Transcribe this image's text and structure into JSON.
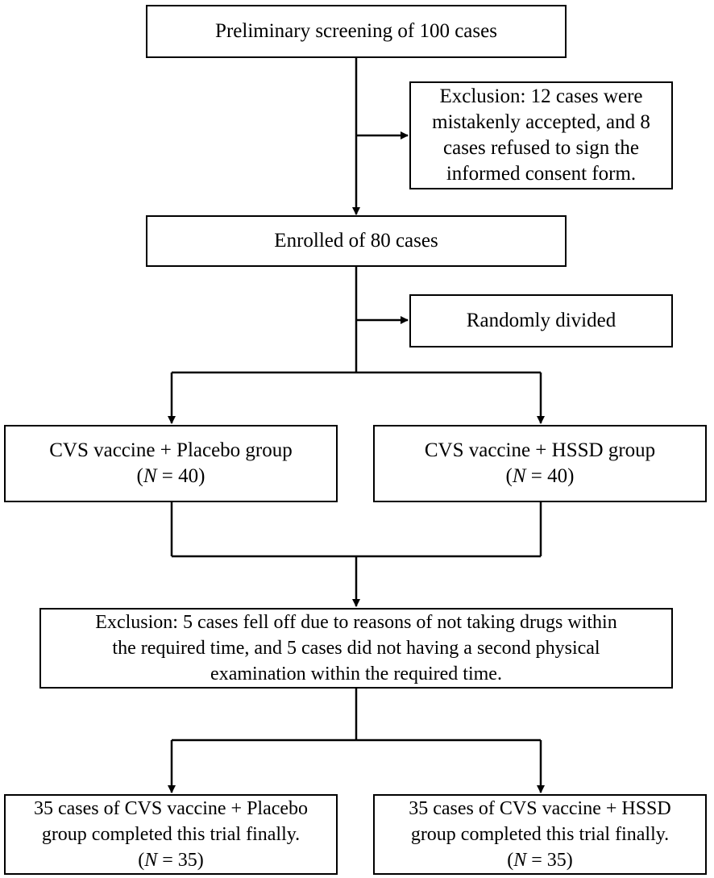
{
  "flowchart": {
    "screening": {
      "text": "Preliminary screening of 100 cases"
    },
    "exclusion1": {
      "lines": [
        "Exclusion: 12 cases were",
        "mistakenly accepted, and 8",
        "cases refused to sign the",
        "informed consent form."
      ]
    },
    "enrolled": {
      "text": "Enrolled of 80 cases"
    },
    "randomized": {
      "text": "Randomly divided"
    },
    "group_placebo": {
      "title": "CVS vaccine + Placebo group",
      "n_open": "(",
      "n_symbol": "N",
      "n_rest": " = 40)"
    },
    "group_hssd": {
      "title": "CVS vaccine + HSSD group",
      "n_open": "(",
      "n_symbol": "N",
      "n_rest": " = 40)"
    },
    "exclusion2": {
      "lines": [
        "Exclusion: 5 cases fell off due to reasons of not taking drugs within",
        "the required time, and 5 cases did not having a second physical",
        "examination within the required time."
      ]
    },
    "final_placebo": {
      "lines": [
        "35 cases of CVS vaccine + Placebo",
        "group completed this trial finally."
      ],
      "n_open": "(",
      "n_symbol": "N",
      "n_rest": " = 35)"
    },
    "final_hssd": {
      "lines": [
        "35 cases of CVS vaccine + HSSD",
        "group completed this trial finally."
      ],
      "n_open": "(",
      "n_symbol": "N",
      "n_rest": " = 35)"
    }
  }
}
